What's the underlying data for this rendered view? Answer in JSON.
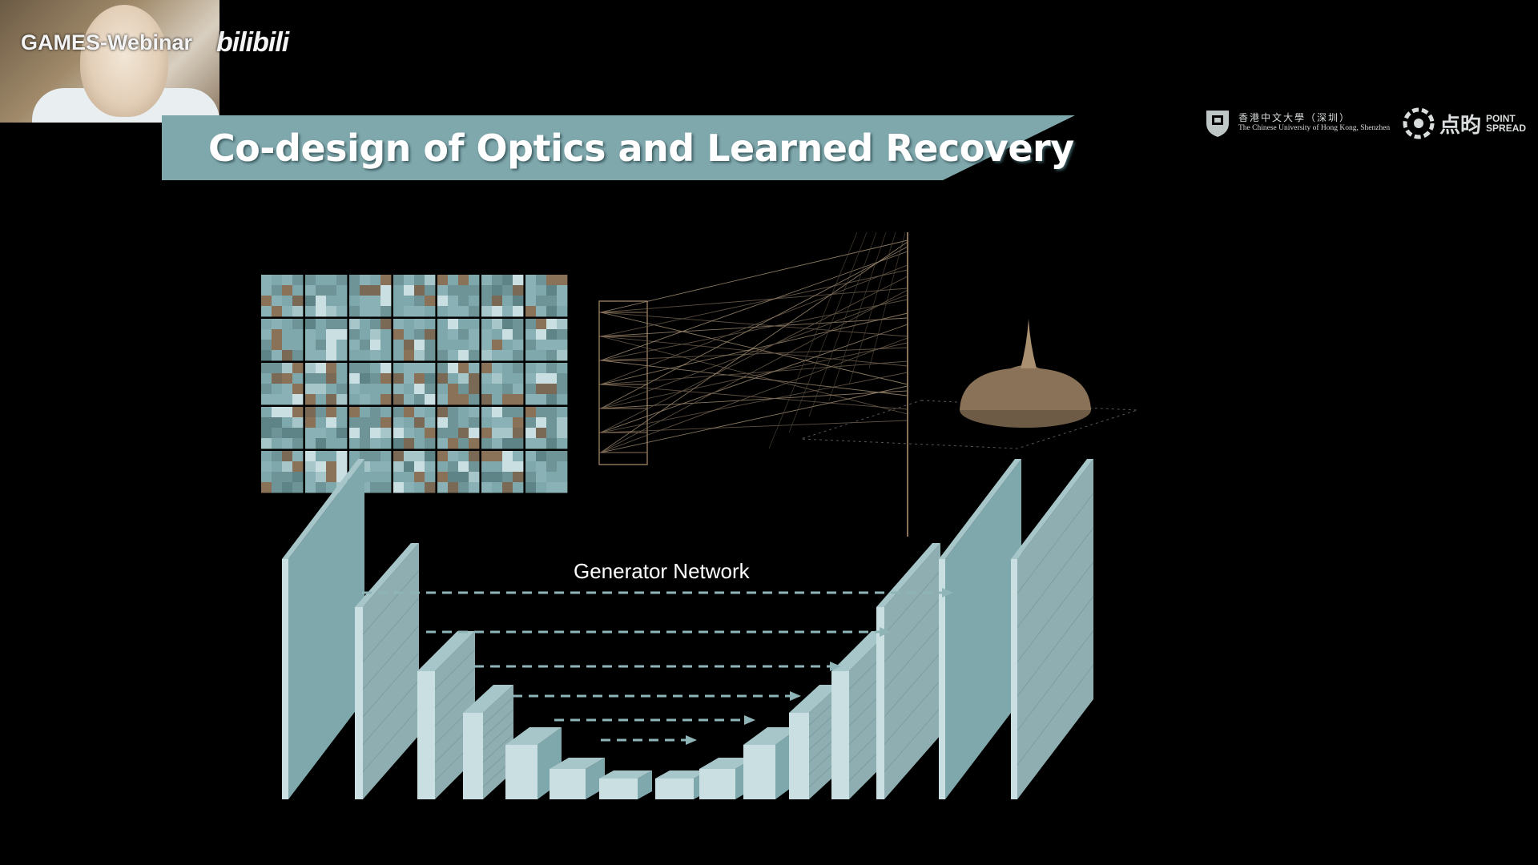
{
  "stream": {
    "watermark": "GAMES-Webinar",
    "platform_logo": "bilibili"
  },
  "slide": {
    "title": "Co-design of Optics and Learned Recovery",
    "network_label": "Generator Network",
    "logos": {
      "cuhk_cn": "香港中文大學（深圳）",
      "cuhk_en": "The Chinese University of Hong Kong, Shenzhen",
      "ps_cn": "点昀",
      "ps_en_1": "POINT",
      "ps_en_2": "SPREAD"
    }
  },
  "colors": {
    "accent": "#7fa8ad",
    "brown": "#8a7258",
    "light": "#c9dfe1"
  }
}
